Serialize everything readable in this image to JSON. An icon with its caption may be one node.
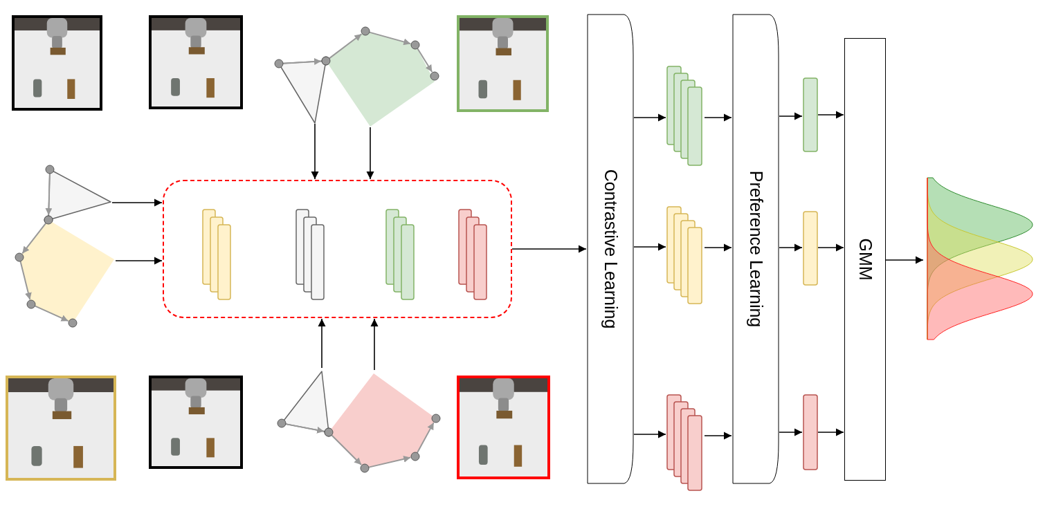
{
  "diagram": {
    "nodes": [
      {
        "text": [],
        "shape": "picture"
      },
      {
        "text": [],
        "shape": "picture"
      },
      {
        "text": [],
        "shape": "picture"
      },
      {
        "text": [],
        "shape": "triangle"
      },
      {
        "text": [],
        "shape": "pentagon"
      },
      {
        "text": [],
        "shape": "triangle"
      },
      {
        "text": [],
        "shape": "pentagon"
      },
      {
        "text": [],
        "shape": "box"
      },
      {
        "text": [],
        "shape": "bar",
        "in": 7
      },
      {
        "text": [],
        "shape": "bar",
        "in": 7
      },
      {
        "text": [],
        "shape": "bar",
        "in": 7
      },
      {
        "text": [],
        "shape": "bar",
        "in": 7
      },
      {
        "text": [],
        "shape": "picture"
      },
      {
        "text": [],
        "shape": "picture"
      },
      {
        "text": [],
        "shape": "triangle"
      },
      {
        "text": [],
        "shape": "pentagon"
      },
      {
        "text": [],
        "shape": "picture"
      },
      {
        "text": [
          "Contrastive Learning"
        ]
      },
      {
        "text": [],
        "shape": "bar"
      },
      {
        "text": [],
        "shape": "bar"
      },
      {
        "text": [],
        "shape": "bar"
      },
      {
        "text": [
          "Preference Learning"
        ]
      },
      {
        "text": [],
        "shape": "bar"
      },
      {
        "text": [],
        "shape": "bar"
      },
      {
        "text": [],
        "shape": "bar"
      },
      {
        "text": [
          "GMM"
        ]
      },
      {
        "text": [],
        "shape": "picture"
      }
    ],
    "edges": [
      {
        "from": 3,
        "to": 7,
        "arrow": "to"
      },
      {
        "from": 4,
        "to": 7,
        "arrow": "to"
      },
      {
        "from": 5,
        "to": 7,
        "arrow": "to"
      },
      {
        "from": 6,
        "to": 7,
        "arrow": "to"
      },
      {
        "from": 14,
        "to": 7,
        "arrow": "to"
      },
      {
        "from": 15,
        "to": 7,
        "arrow": "to"
      },
      {
        "from": 7,
        "to": 17,
        "arrow": "to"
      },
      {
        "from": 17,
        "to": 18,
        "arrow": "to"
      },
      {
        "from": 17,
        "to": 19,
        "arrow": "to"
      },
      {
        "from": 17,
        "to": 20,
        "arrow": "to"
      },
      {
        "from": 18,
        "to": 21,
        "arrow": "to"
      },
      {
        "from": 19,
        "to": 21,
        "arrow": "to"
      },
      {
        "from": 20,
        "to": 21,
        "arrow": "to"
      },
      {
        "from": 21,
        "to": 22,
        "arrow": "to"
      },
      {
        "from": 21,
        "to": 23,
        "arrow": "to"
      },
      {
        "from": 21,
        "to": 24,
        "arrow": "to"
      },
      {
        "from": 22,
        "to": 25,
        "arrow": "to"
      },
      {
        "from": 23,
        "to": 25,
        "arrow": "to"
      },
      {
        "from": 24,
        "to": 25,
        "arrow": "to"
      },
      {
        "from": 25,
        "to": 26,
        "arrow": "to"
      }
    ]
  }
}
